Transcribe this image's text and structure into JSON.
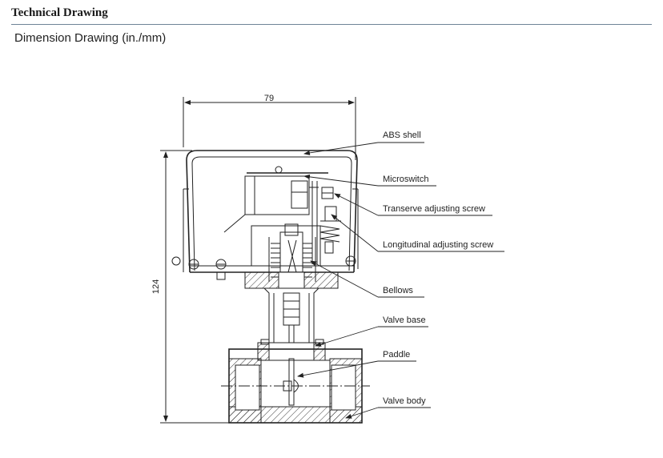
{
  "header": {
    "section_title": "Technical Drawing",
    "subtitle": "Dimension Drawing (in./mm)"
  },
  "dimensions": {
    "width": "79",
    "height": "124"
  },
  "callouts": [
    "ABS shell",
    "Microswitch",
    "Transerve adjusting screw",
    "Longitudinal adjusting screw",
    "Bellows",
    "Valve base",
    "Paddle",
    "Valve body"
  ]
}
